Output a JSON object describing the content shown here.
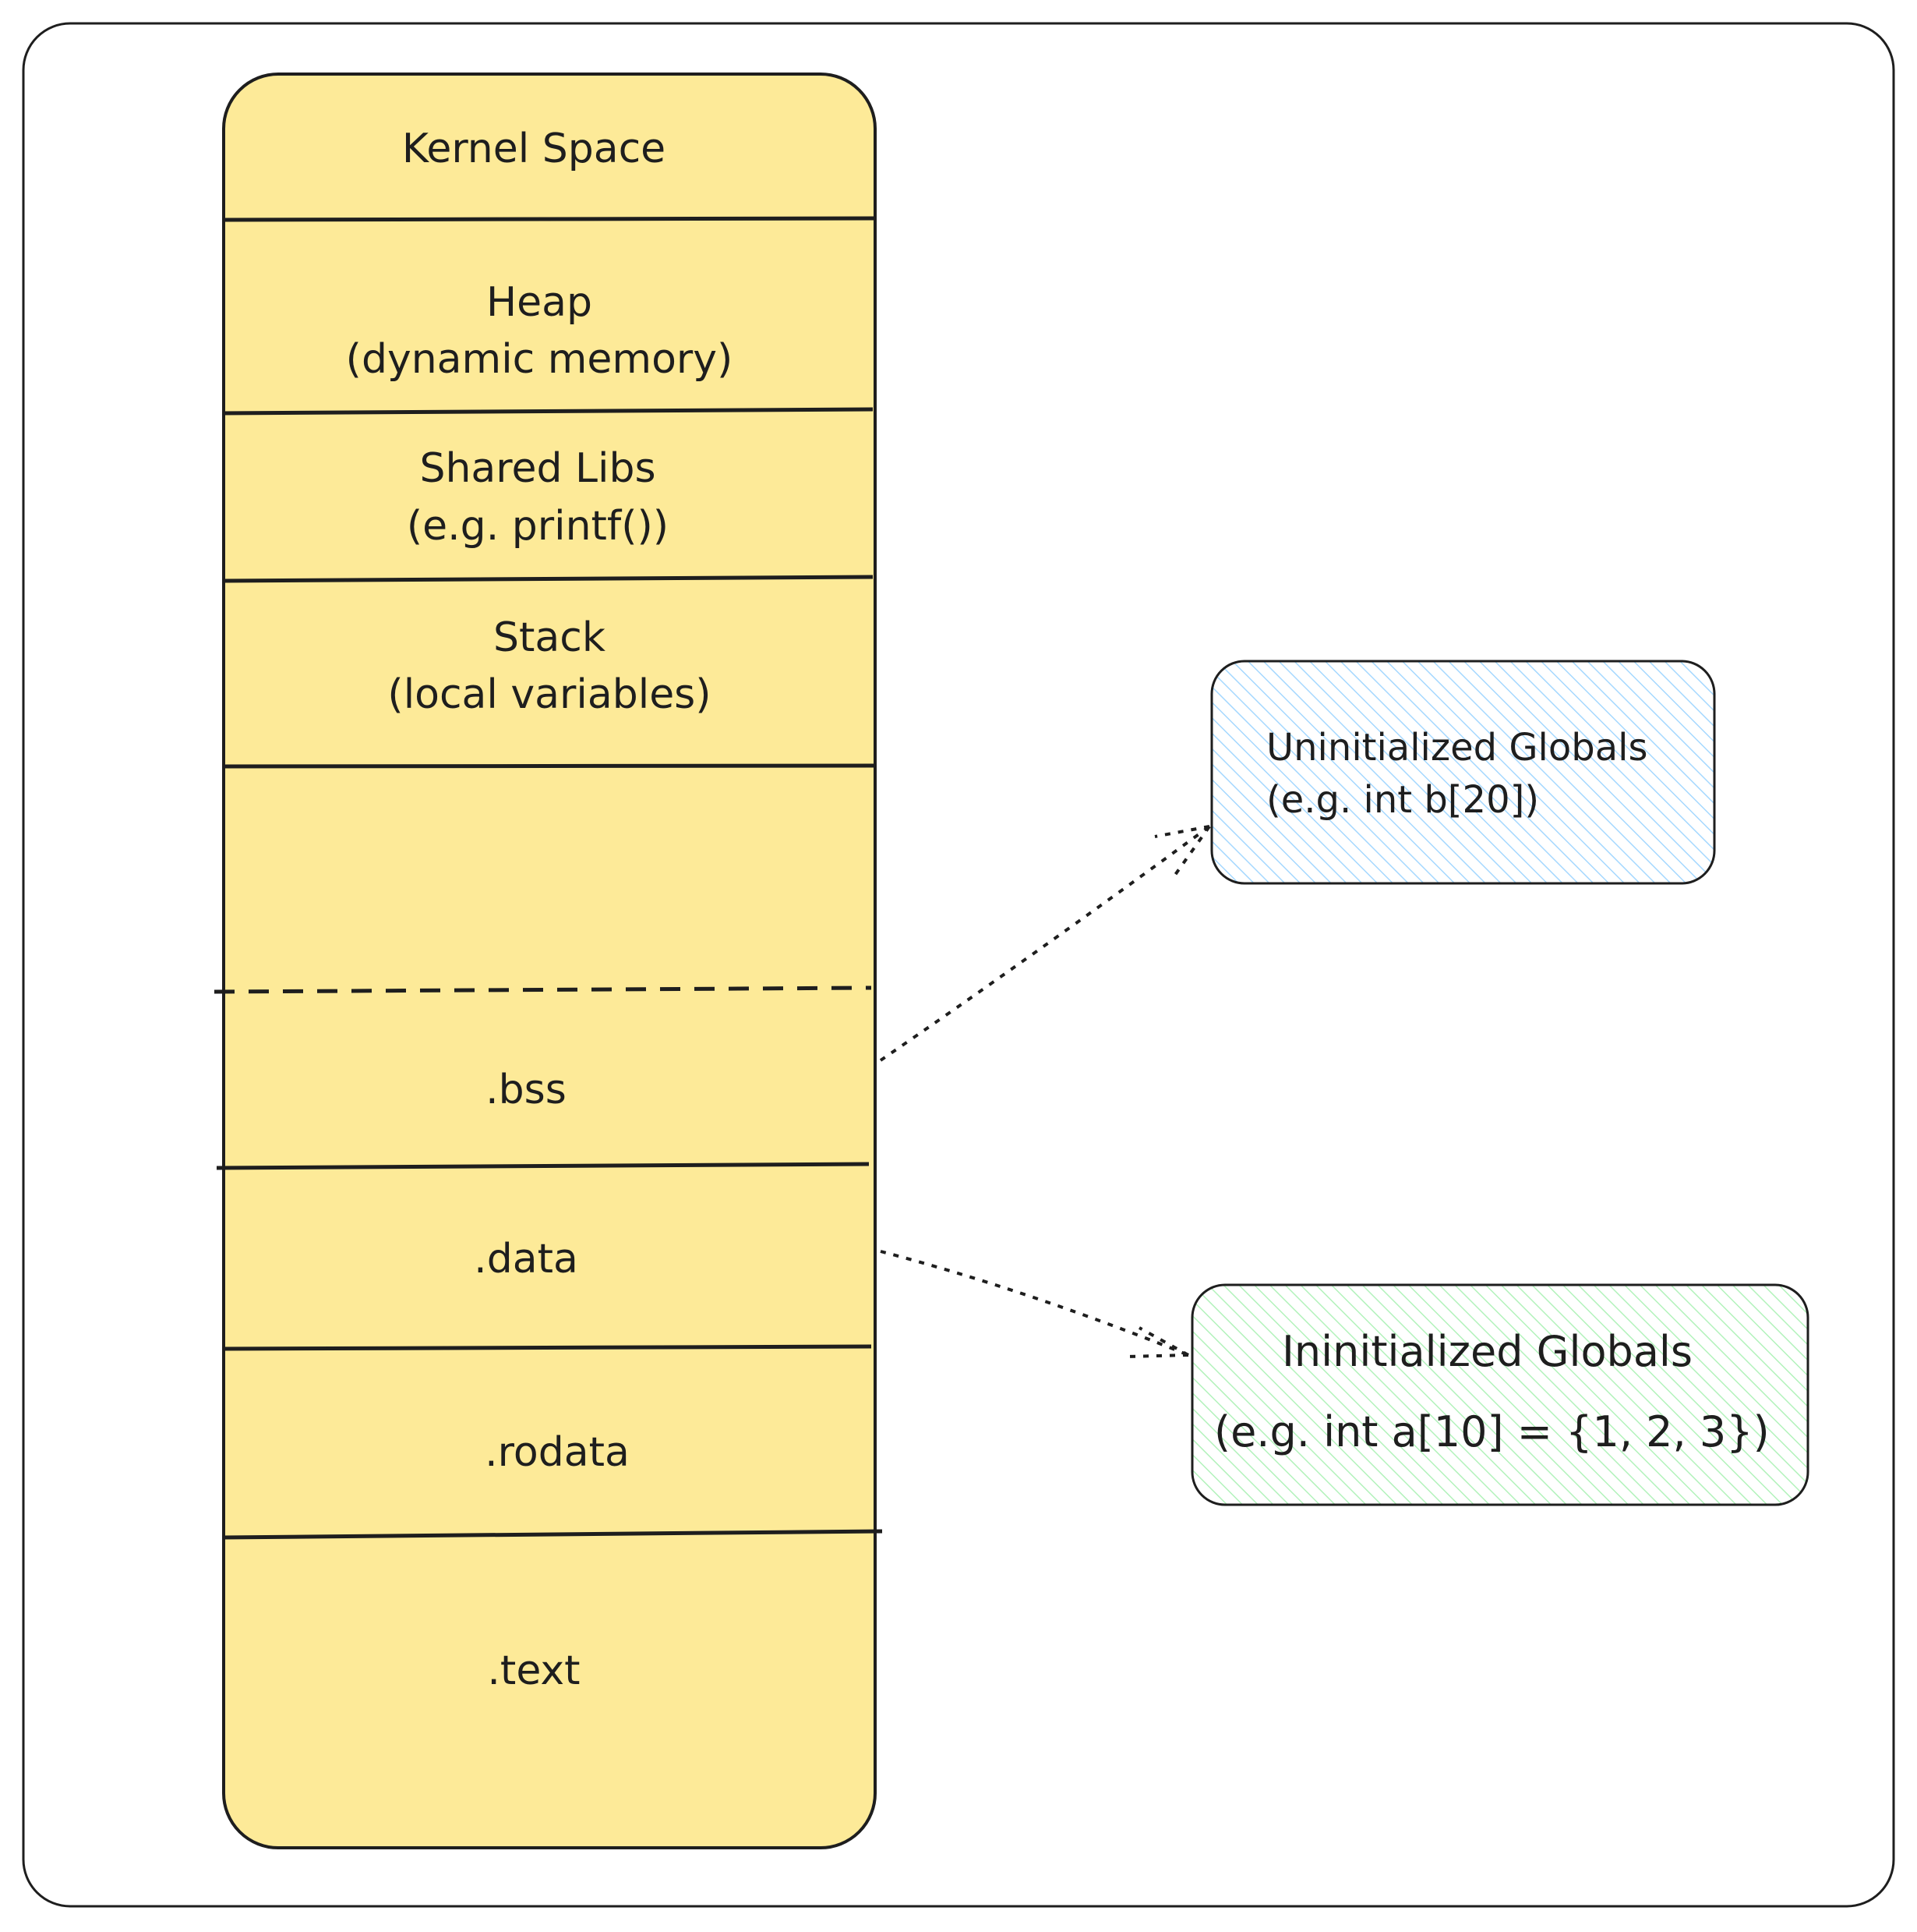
{
  "memory_layout": {
    "kernel_space": "Kernel Space",
    "heap": {
      "line1": "Heap",
      "line2": "(dynamic memory)"
    },
    "shared_libs": {
      "line1": "Shared Libs",
      "line2": "(e.g. printf())"
    },
    "stack": {
      "line1": "Stack",
      "line2": "(local variables)"
    },
    "bss": ".bss",
    "data": ".data",
    "rodata": ".rodata",
    "text": ".text",
    "fill_color": "#fdea98",
    "stroke_color": "#1e1e1e"
  },
  "callouts": {
    "uninitialized": {
      "line1": "Uninitialized Globals",
      "line2": "(e.g. int b[20])",
      "color": "#a5d8ff"
    },
    "initialized": {
      "line1": "Ininitialized Globals",
      "line2": "(e.g. int a[10] = {1, 2, 3})",
      "color": "#b2f2bb"
    }
  }
}
